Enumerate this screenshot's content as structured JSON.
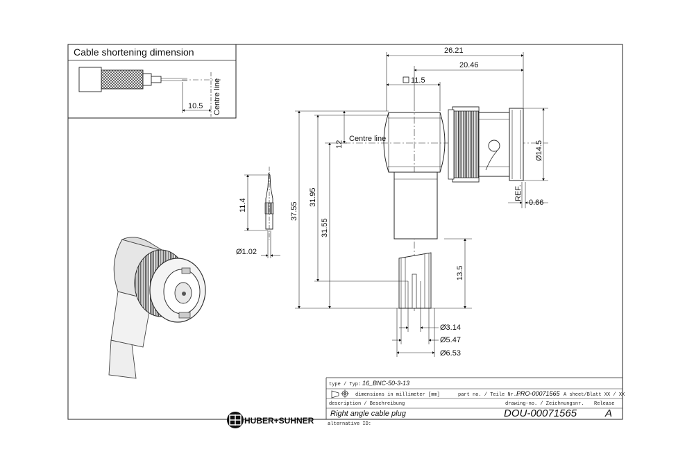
{
  "box": {
    "title": "Cable shortening dimension",
    "dim": "10.5",
    "centre_line": "Centre line"
  },
  "dims": {
    "d26": "26.21",
    "d20": "20.46",
    "sq": "11.5",
    "d12": "12",
    "centre_line": "Centre line",
    "d3755": "37.55",
    "d3195": "31.95",
    "d3155": "31.55",
    "d135": "13.5",
    "d145": "Ø14.5",
    "ref": "REF.",
    "d066": "0.66",
    "d114": "11.4",
    "d102": "Ø1.02",
    "d314": "Ø3.14",
    "d547": "Ø5.47",
    "d653": "Ø6.53"
  },
  "titleblock": {
    "type_label": "type / Typ:",
    "type_value": "16_BNC-50-3-13",
    "units": "dimensions in millimeter [mm]",
    "part_label": "part no. / Teile Nr.:",
    "part_value": "PRO-00071565",
    "sheet": "A sheet/Blatt XX / XX",
    "desc_label": "description / Beschreibung",
    "desc_value": "Right angle cable plug",
    "drawing_label": "drawing-no. / Zeichnungsnr.",
    "drawing_value": "DOU-00071565",
    "release_label": "Release",
    "release_value": "A",
    "alt_label": "alternative ID:"
  },
  "logo": {
    "text": "HUBER+SUHNER"
  }
}
